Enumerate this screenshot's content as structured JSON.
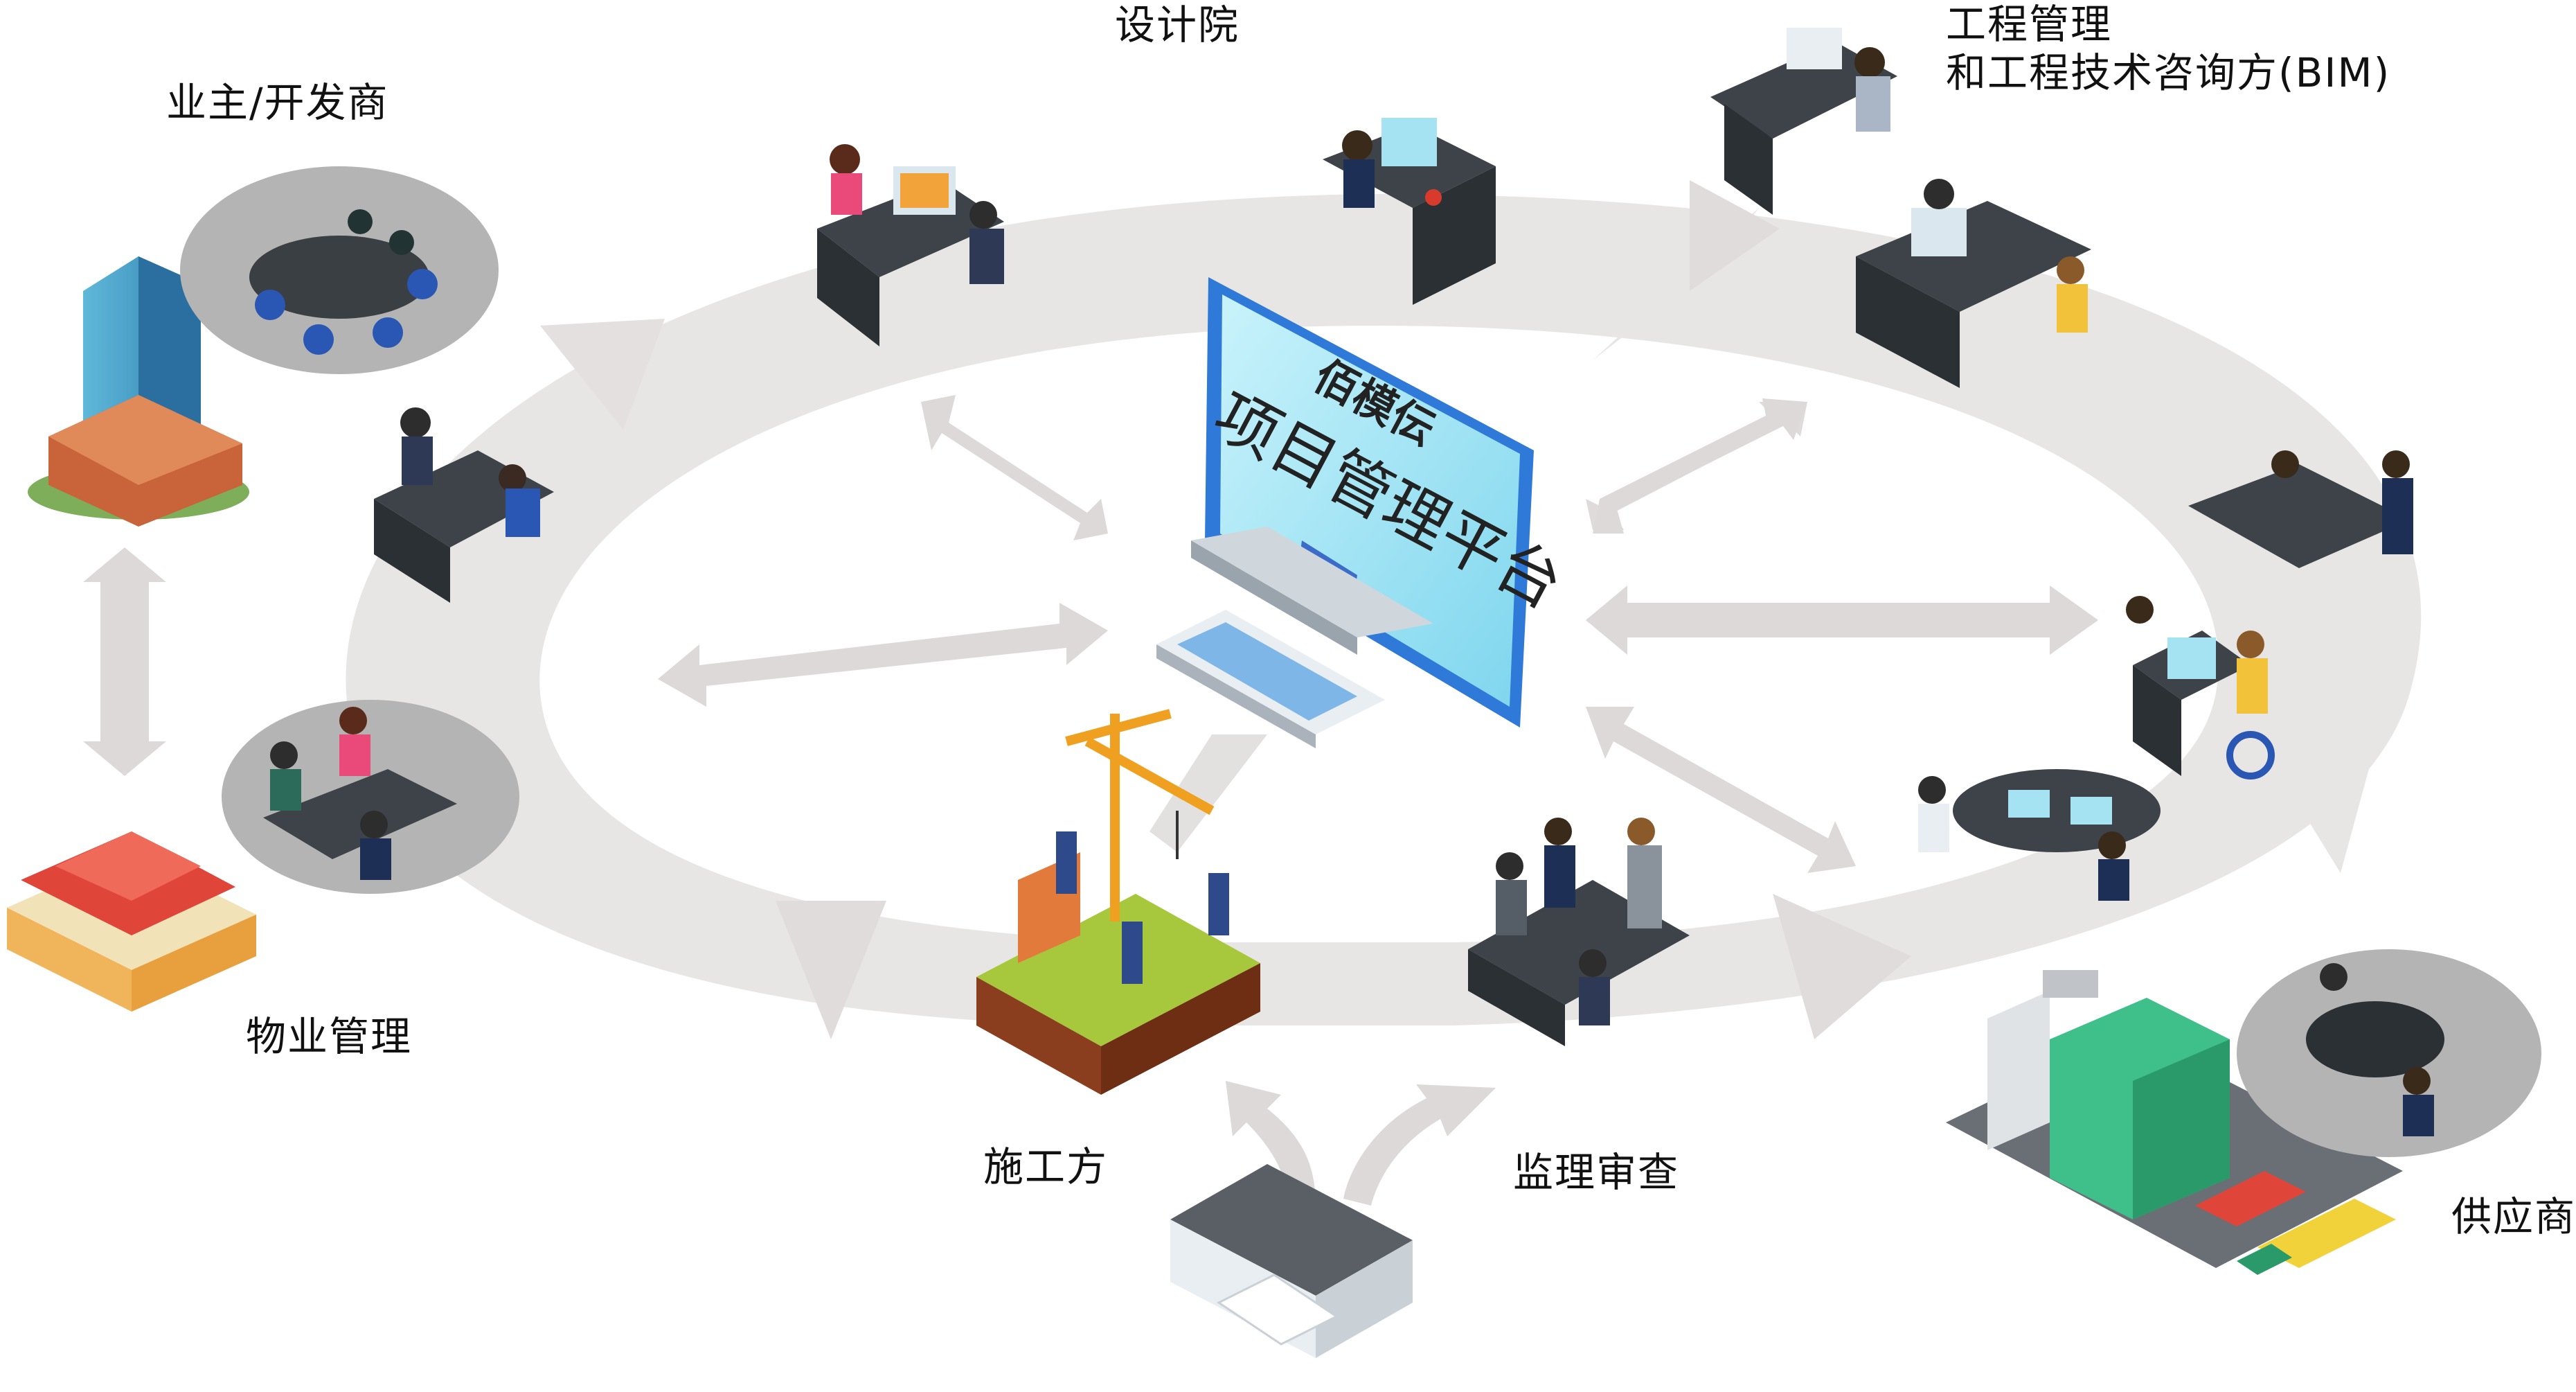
{
  "platform": {
    "brand": "佰模伝",
    "title": "项目管理平台"
  },
  "stakeholders": {
    "owner": "业主/开发商",
    "design": "设计院",
    "engineering": "工程管理\n和工程技术咨询方(BIM)",
    "property": "物业管理",
    "construction": "施工方",
    "supervision": "监理审查",
    "supplier": "供应商"
  },
  "icons": [
    "office-tower-icon",
    "meeting-table-icon",
    "design-desk-icon",
    "bim-office-icon",
    "warehouse-icon",
    "construction-site-icon",
    "crane-icon",
    "printer-icon",
    "supplier-factory-icon",
    "truck-icon",
    "monitor-icon",
    "keyboard-icon"
  ],
  "colors": {
    "ring": "#e6e4e3",
    "arrow": "#dcd9d8",
    "monitor_frame": "#3a8ae0",
    "screen": "#9be4f4",
    "desk": "#3d4348",
    "chair": "#2a56b4"
  }
}
